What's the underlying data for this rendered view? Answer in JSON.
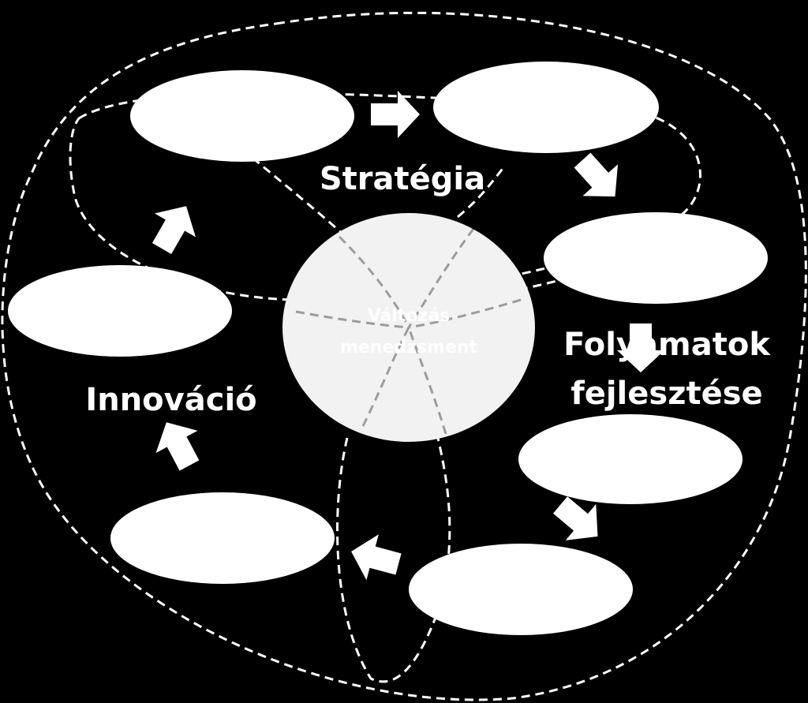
{
  "diagram": {
    "center": {
      "line1": "Változás",
      "line2": "menedzsment"
    },
    "labels": {
      "strategy": "Stratégia",
      "process_line1": "Folyamatok",
      "process_line2": "fejlesztése",
      "innovation": "Innováció"
    },
    "colors": {
      "background": "#000000",
      "shapes": "#ffffff",
      "center_fill": "#f2f2f2",
      "center_text": "#ffffff"
    }
  }
}
